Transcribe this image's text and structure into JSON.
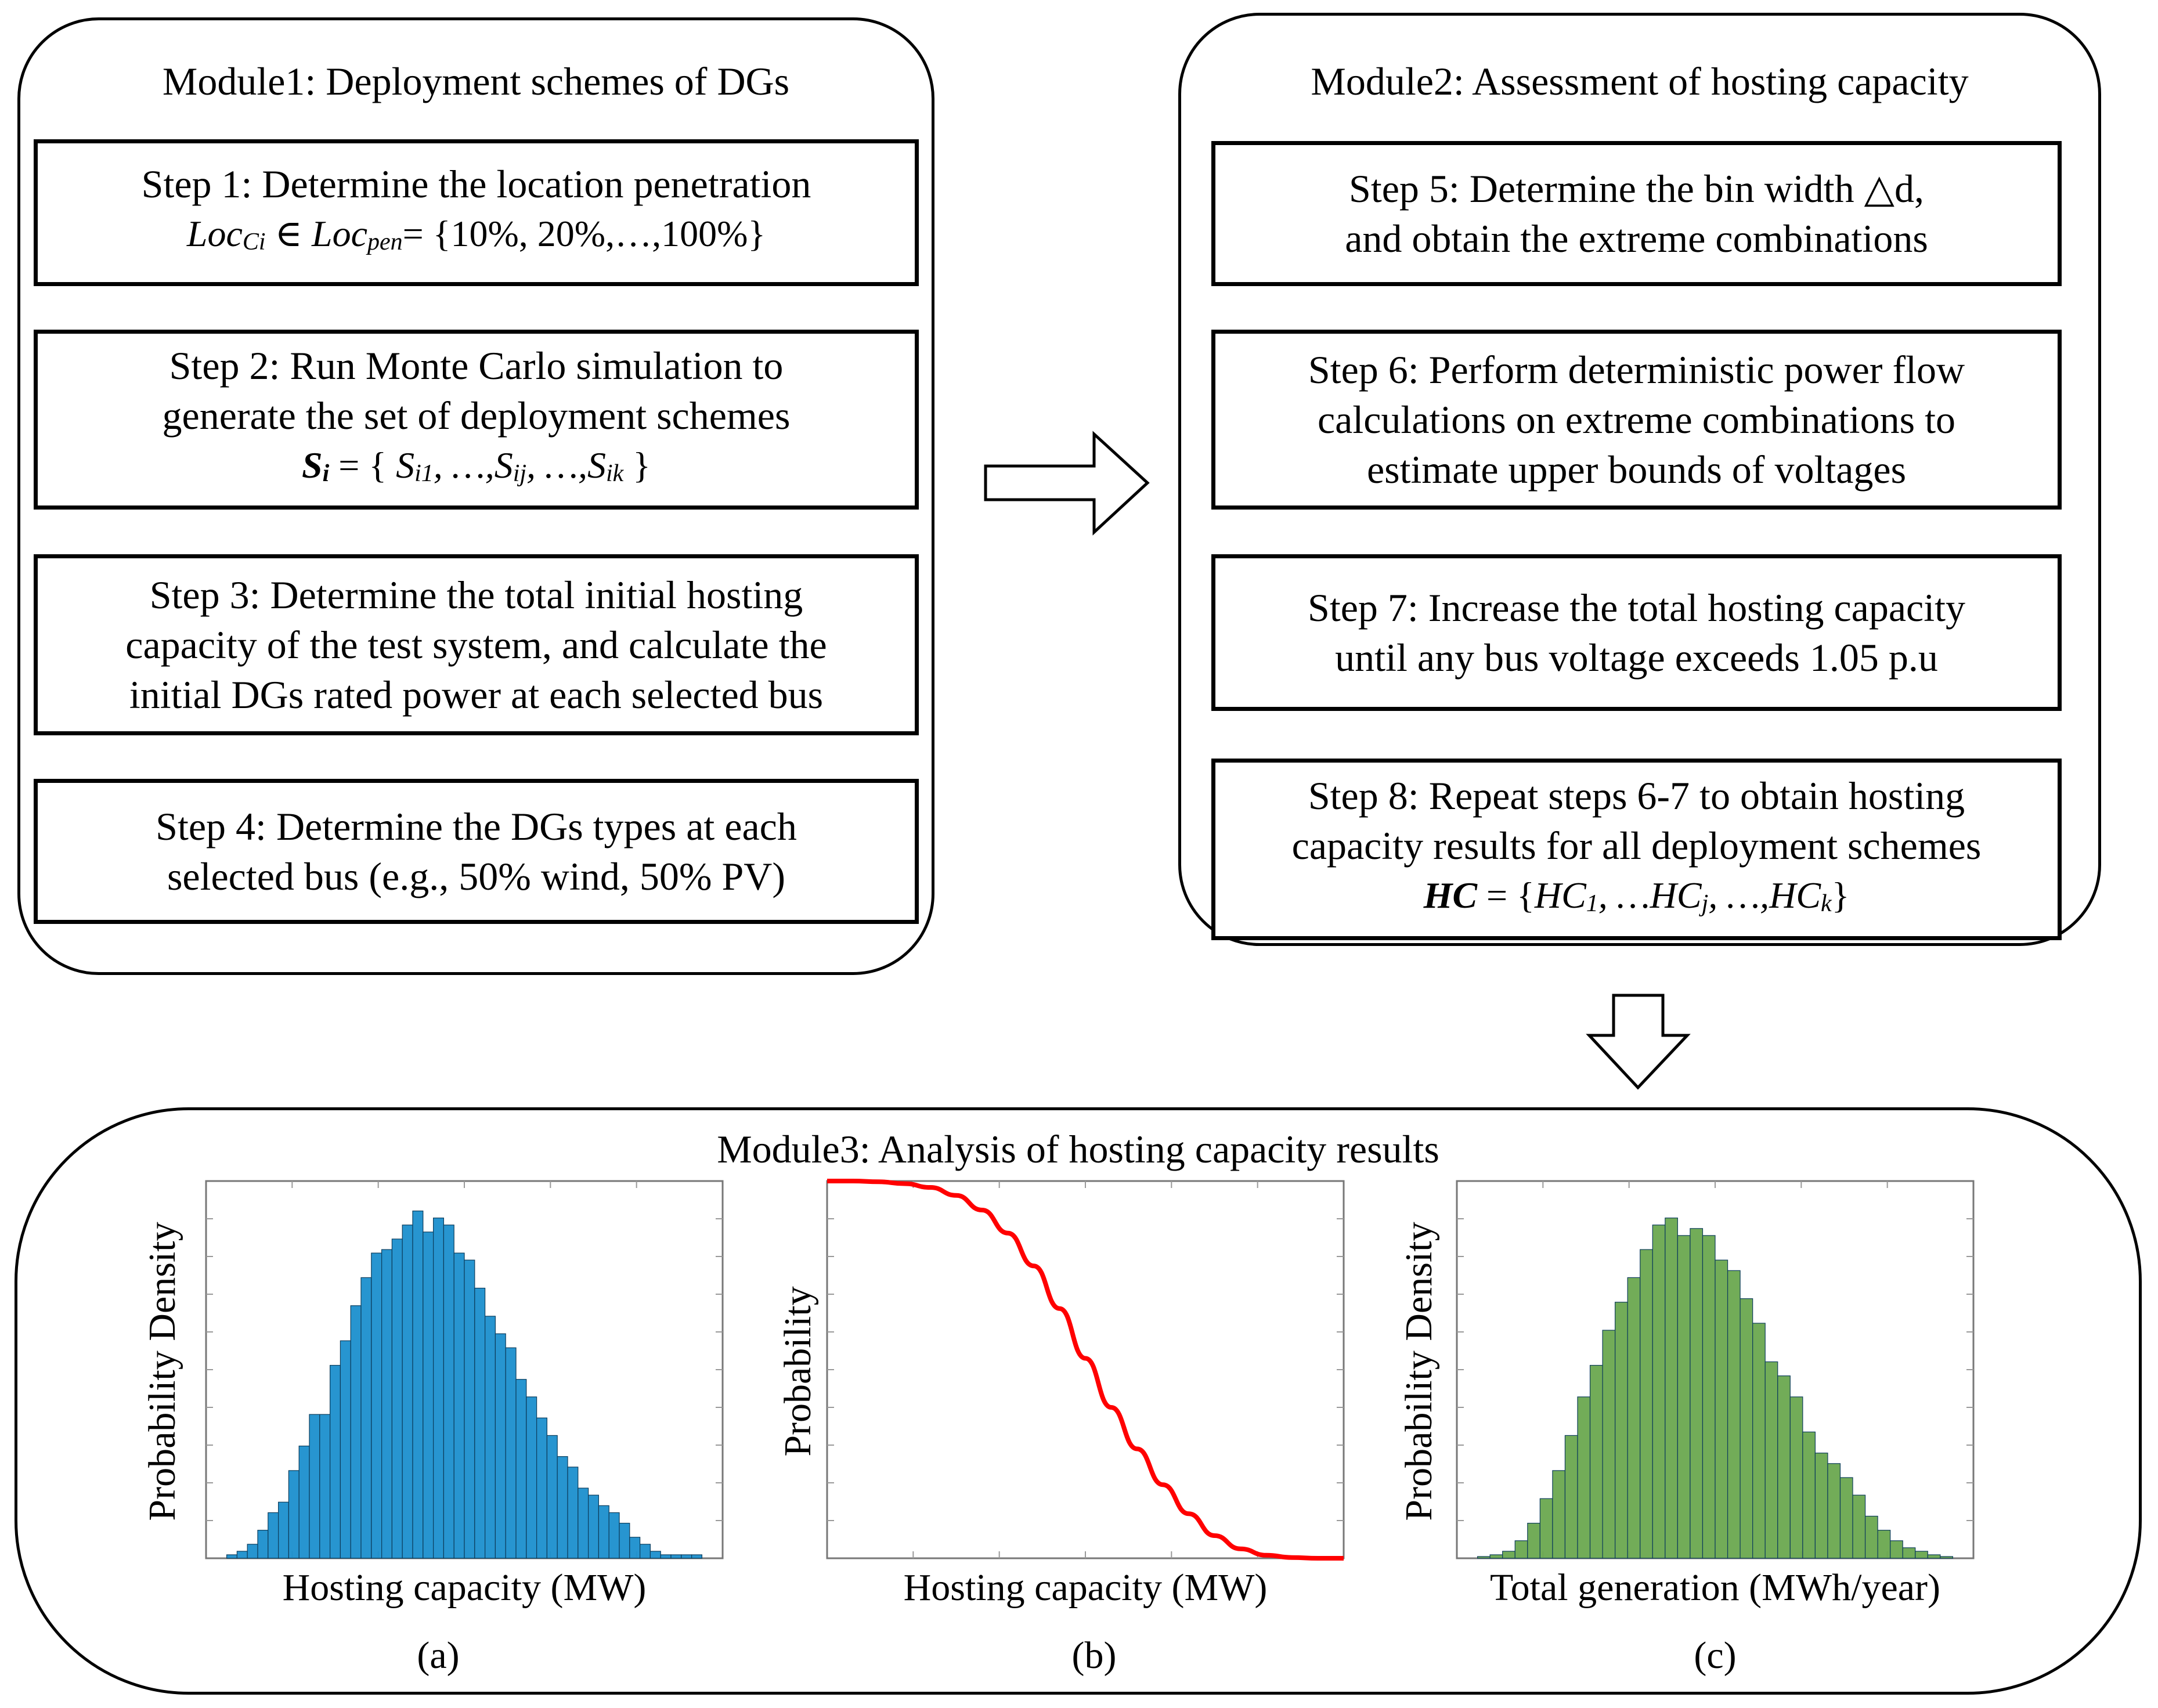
{
  "module1": {
    "title": "Module1: Deployment schemes of DGs",
    "steps": [
      {
        "lines": [
          "Step 1: Determine the location penetration"
        ],
        "formula": {
          "a": "Loc",
          "a_sub": "Ci",
          "in": "∈",
          "b": "Loc",
          "b_sub": "pen",
          "rest": "= {10%, 20%,…,100%}"
        }
      },
      {
        "lines": [
          "Step 2: Run Monte Carlo simulation to",
          "generate the set of deployment schemes"
        ],
        "formula": {
          "lhs": "S",
          "lhs_sub": "i",
          "eq": " = { ",
          "t1": "S",
          "t1_sub": "i1",
          "sep1": ", …,",
          "t2": "S",
          "t2_sub": "ij",
          "sep2": ", …,",
          "t3": "S",
          "t3_sub": "ik",
          "end": " }"
        }
      },
      {
        "lines": [
          "Step 3: Determine the total initial hosting",
          "capacity of the test system, and calculate the",
          "initial DGs rated power at each selected bus"
        ]
      },
      {
        "lines": [
          "Step 4: Determine the DGs types at each",
          "selected bus (e.g., 50% wind, 50% PV)"
        ]
      }
    ]
  },
  "module2": {
    "title": "Module2: Assessment of hosting capacity",
    "steps": [
      {
        "lines": [
          "Step 5: Determine the bin width △d,",
          "and  obtain the extreme combinations"
        ]
      },
      {
        "lines": [
          "Step 6: Perform deterministic power flow",
          "calculations on extreme combinations to",
          "estimate upper bounds of voltages"
        ]
      },
      {
        "lines": [
          "Step 7: Increase the total hosting capacity",
          "until any bus voltage exceeds 1.05 p.u"
        ]
      },
      {
        "lines": [
          "Step 8: Repeat steps 6-7 to obtain hosting",
          "capacity results for all deployment schemes"
        ],
        "formula": {
          "lhs": "HC",
          "eq": " = {",
          "t1": "HC",
          "t1_sub": "1",
          "sep1": ", …",
          "t2": "HC",
          "t2_sub": "j",
          "sep2": ", …,",
          "t3": "HC",
          "t3_sub": "k",
          "end": "}"
        }
      }
    ]
  },
  "module3": {
    "title": "Module3: Analysis of hosting capacity results"
  },
  "chart_data": [
    {
      "type": "bar",
      "panel": "(a)",
      "xlabel": "Hosting capacity  (MW)",
      "ylabel": "Probability Density",
      "color": "#1b8fcd",
      "values": [
        0.01,
        0.02,
        0.04,
        0.08,
        0.13,
        0.16,
        0.25,
        0.32,
        0.41,
        0.41,
        0.55,
        0.62,
        0.72,
        0.8,
        0.87,
        0.88,
        0.91,
        0.95,
        0.99,
        0.93,
        0.97,
        0.95,
        0.87,
        0.85,
        0.77,
        0.69,
        0.64,
        0.6,
        0.51,
        0.46,
        0.4,
        0.35,
        0.29,
        0.26,
        0.2,
        0.18,
        0.15,
        0.13,
        0.1,
        0.06,
        0.04,
        0.02,
        0.01,
        0.01,
        0.01,
        0.01
      ],
      "grid": false
    },
    {
      "type": "line",
      "panel": "(b)",
      "xlabel": "Hosting capacity (MW)",
      "ylabel": "Probability",
      "color": "#ff0000",
      "x": [
        0,
        0.05,
        0.1,
        0.15,
        0.2,
        0.25,
        0.3,
        0.35,
        0.4,
        0.45,
        0.5,
        0.55,
        0.6,
        0.65,
        0.7,
        0.75,
        0.8,
        0.85,
        0.9,
        0.95,
        1.0
      ],
      "y": [
        1.0,
        1.0,
        0.998,
        0.993,
        0.983,
        0.962,
        0.923,
        0.862,
        0.775,
        0.662,
        0.53,
        0.4,
        0.29,
        0.195,
        0.118,
        0.06,
        0.025,
        0.008,
        0.002,
        0.0,
        0.0
      ],
      "grid": false
    },
    {
      "type": "bar",
      "panel": "(c)",
      "xlabel": "Total generation (MWh/year)",
      "ylabel": "Probability Density",
      "color": "#6aa84f",
      "values": [
        0.005,
        0.01,
        0.02,
        0.05,
        0.1,
        0.17,
        0.25,
        0.35,
        0.46,
        0.55,
        0.65,
        0.73,
        0.8,
        0.88,
        0.95,
        0.97,
        0.92,
        0.94,
        0.92,
        0.85,
        0.82,
        0.74,
        0.67,
        0.56,
        0.52,
        0.46,
        0.36,
        0.3,
        0.27,
        0.23,
        0.18,
        0.12,
        0.08,
        0.05,
        0.03,
        0.02,
        0.01,
        0.005
      ],
      "grid": false
    }
  ]
}
